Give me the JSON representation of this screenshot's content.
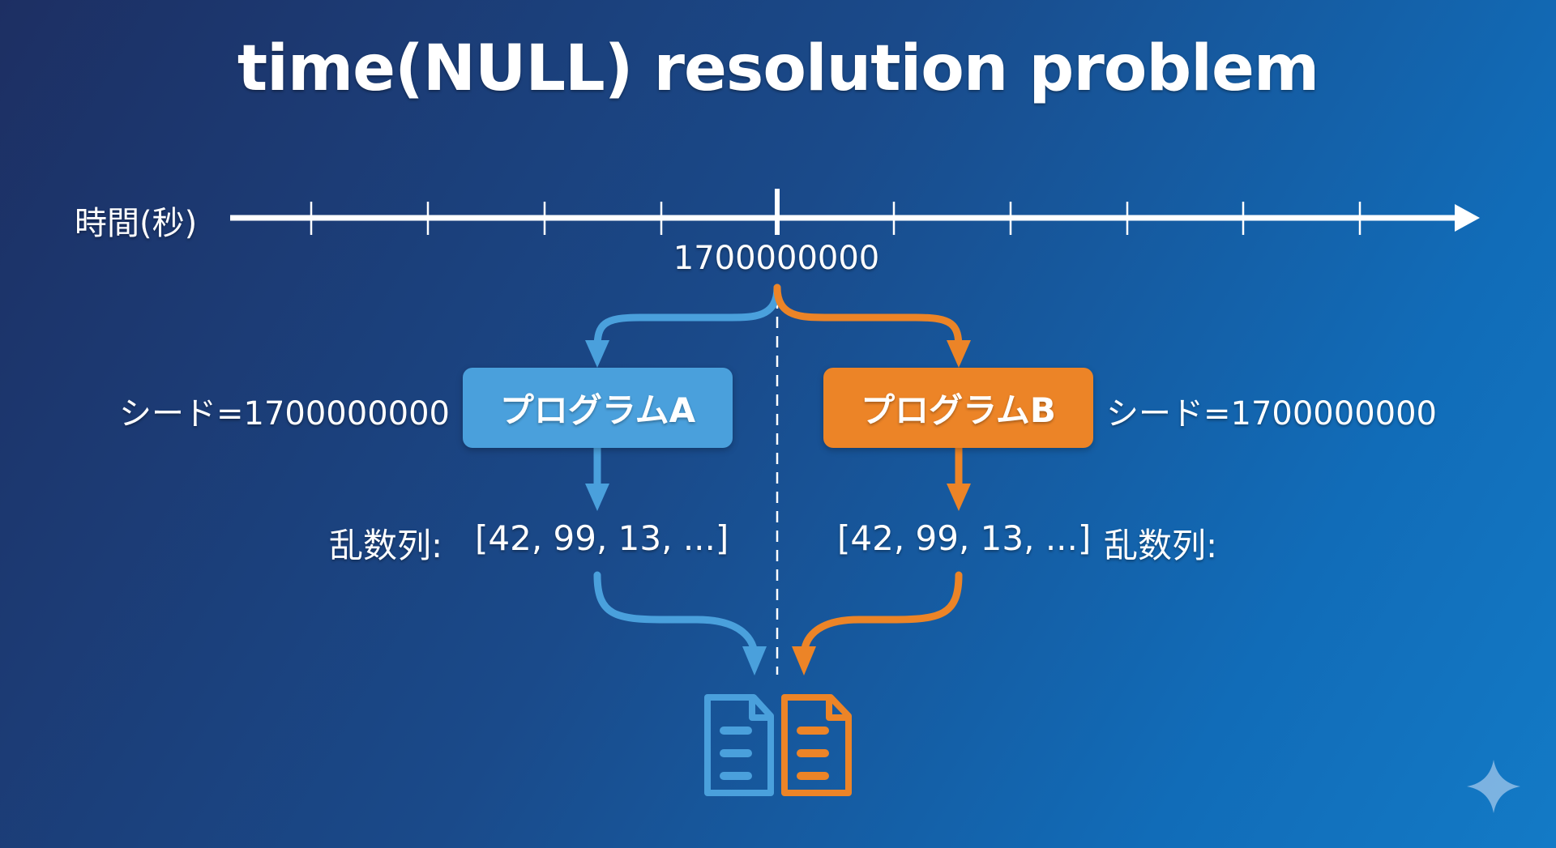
{
  "title": "time(NULL) resolution problem",
  "timeline": {
    "axis_label": "時間(秒)",
    "highlighted_tick_value": "1700000000"
  },
  "program_a": {
    "label": "プログラムA",
    "seed": "シード=1700000000",
    "sequence_label": "乱数列:",
    "sequence": "[42, 99, 13, ...]"
  },
  "program_b": {
    "label": "プログラムB",
    "seed": "シード=1700000000",
    "sequence_label": "乱数列:",
    "sequence": "[42, 99, 13, ...]"
  },
  "colors": {
    "program_a": "#4aa0dc",
    "program_b": "#ec8427",
    "axis": "#ffffff"
  },
  "icons": [
    "document-icon-a",
    "document-icon-b",
    "sparkle-icon"
  ]
}
